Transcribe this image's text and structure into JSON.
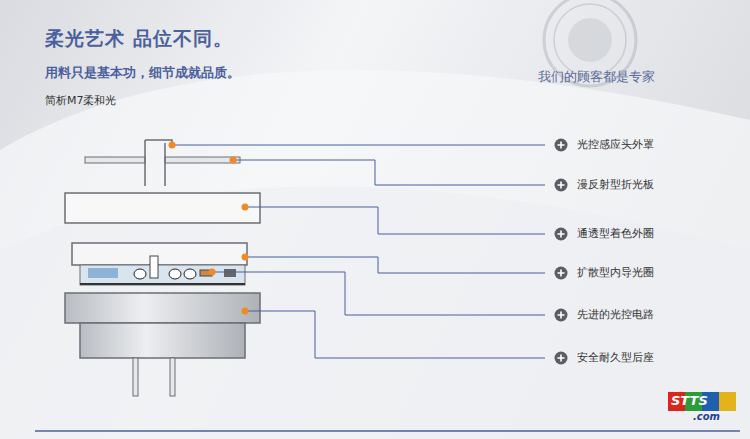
{
  "diagram": {
    "title": "柔光艺术 品位不同。",
    "labels": [
      "用料只是基本功，细节成就品质。",
      "简析M7柔和光",
      "我们的顾客都是专家",
      "光控感应头外罩",
      "漫反射型折光板",
      "通透型着色外圈",
      "扩散型内导光圈",
      "先进的光控电路",
      "安全耐久型后座",
      "STTS",
      ".com"
    ]
  }
}
